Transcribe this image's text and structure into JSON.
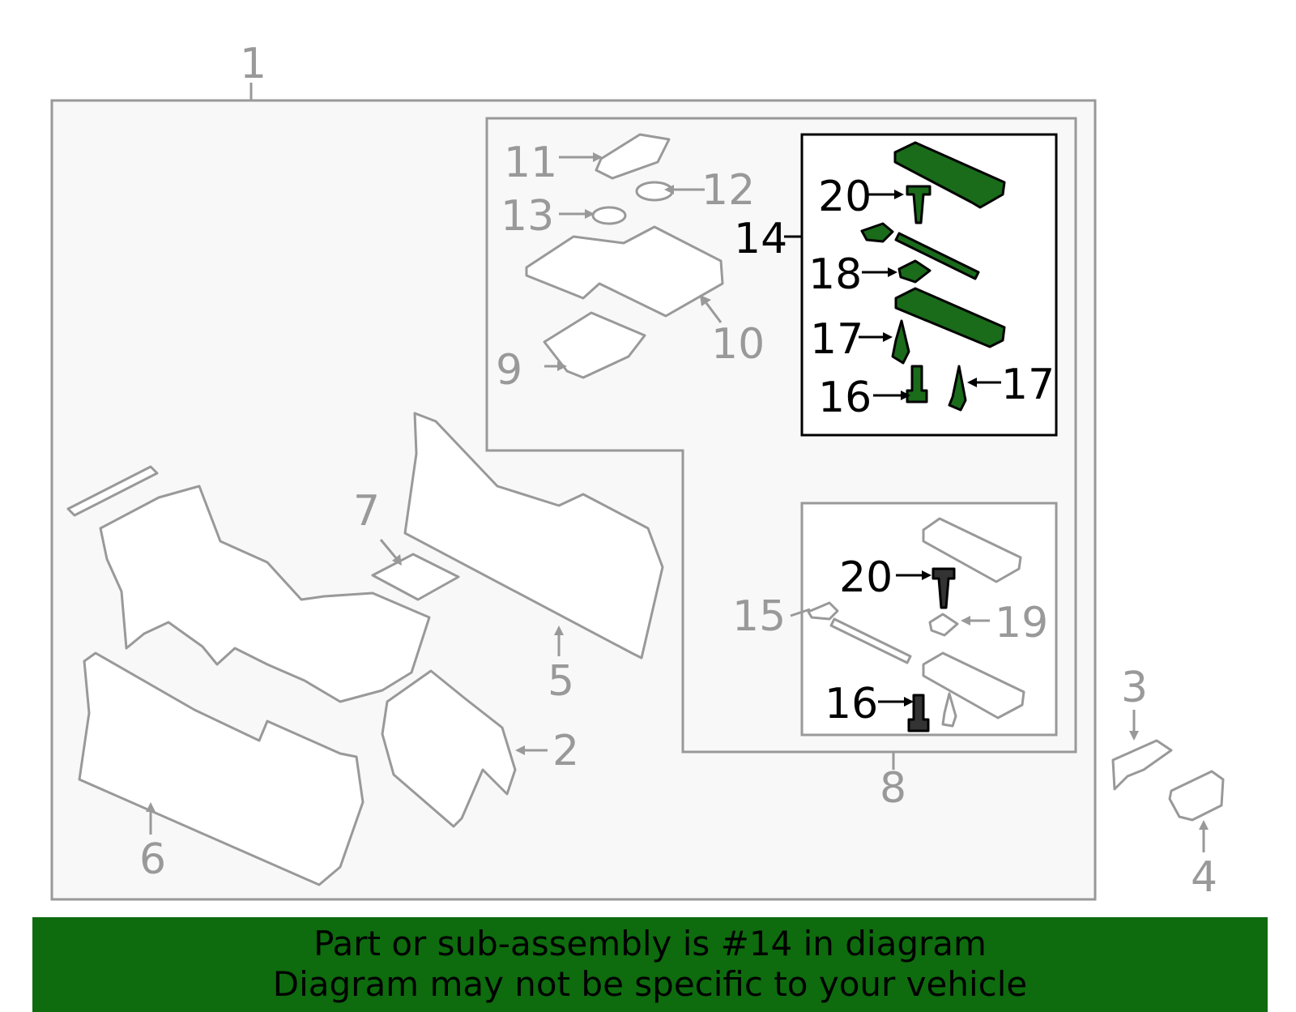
{
  "callouts": {
    "c1": "1",
    "c2": "2",
    "c3": "3",
    "c4": "4",
    "c5": "5",
    "c6": "6",
    "c7": "7",
    "c8": "8",
    "c9": "9",
    "c10": "10",
    "c11": "11",
    "c12": "12",
    "c13": "13",
    "c14": "14",
    "c15": "15",
    "c16a": "16",
    "c16b": "16",
    "c17a": "17",
    "c17b": "17",
    "c18": "18",
    "c19": "19",
    "c20a": "20",
    "c20b": "20"
  },
  "banner": {
    "line1": "Part or sub-assembly is #14 in diagram",
    "line2": "Diagram may not be specific to your vehicle"
  },
  "colors": {
    "highlight": "#1a6b1a",
    "banner": "#0e6b0e",
    "linework": "#999999"
  }
}
